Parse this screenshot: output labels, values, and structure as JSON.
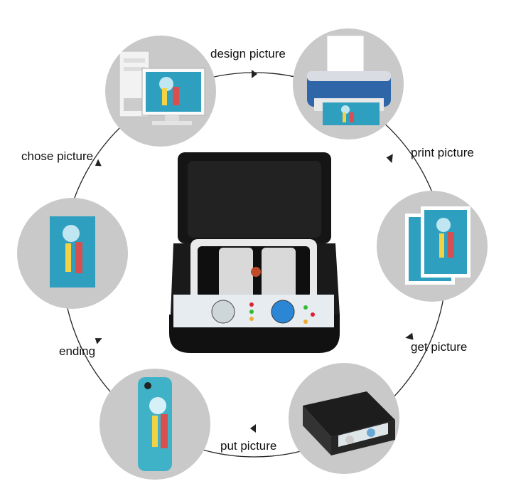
{
  "steps": [
    {
      "label": "design picture"
    },
    {
      "label": "print picture"
    },
    {
      "label": "get picture"
    },
    {
      "label": "put picture"
    },
    {
      "label": "ending"
    },
    {
      "label": "chose picture"
    }
  ],
  "machine": {
    "name": "heat-press-vacuum-machine"
  },
  "colors": {
    "node_bg": "#c9c9c9",
    "ring": "#222222",
    "art_teal": "#2f9fbf",
    "machine": "#1d1d1d"
  }
}
